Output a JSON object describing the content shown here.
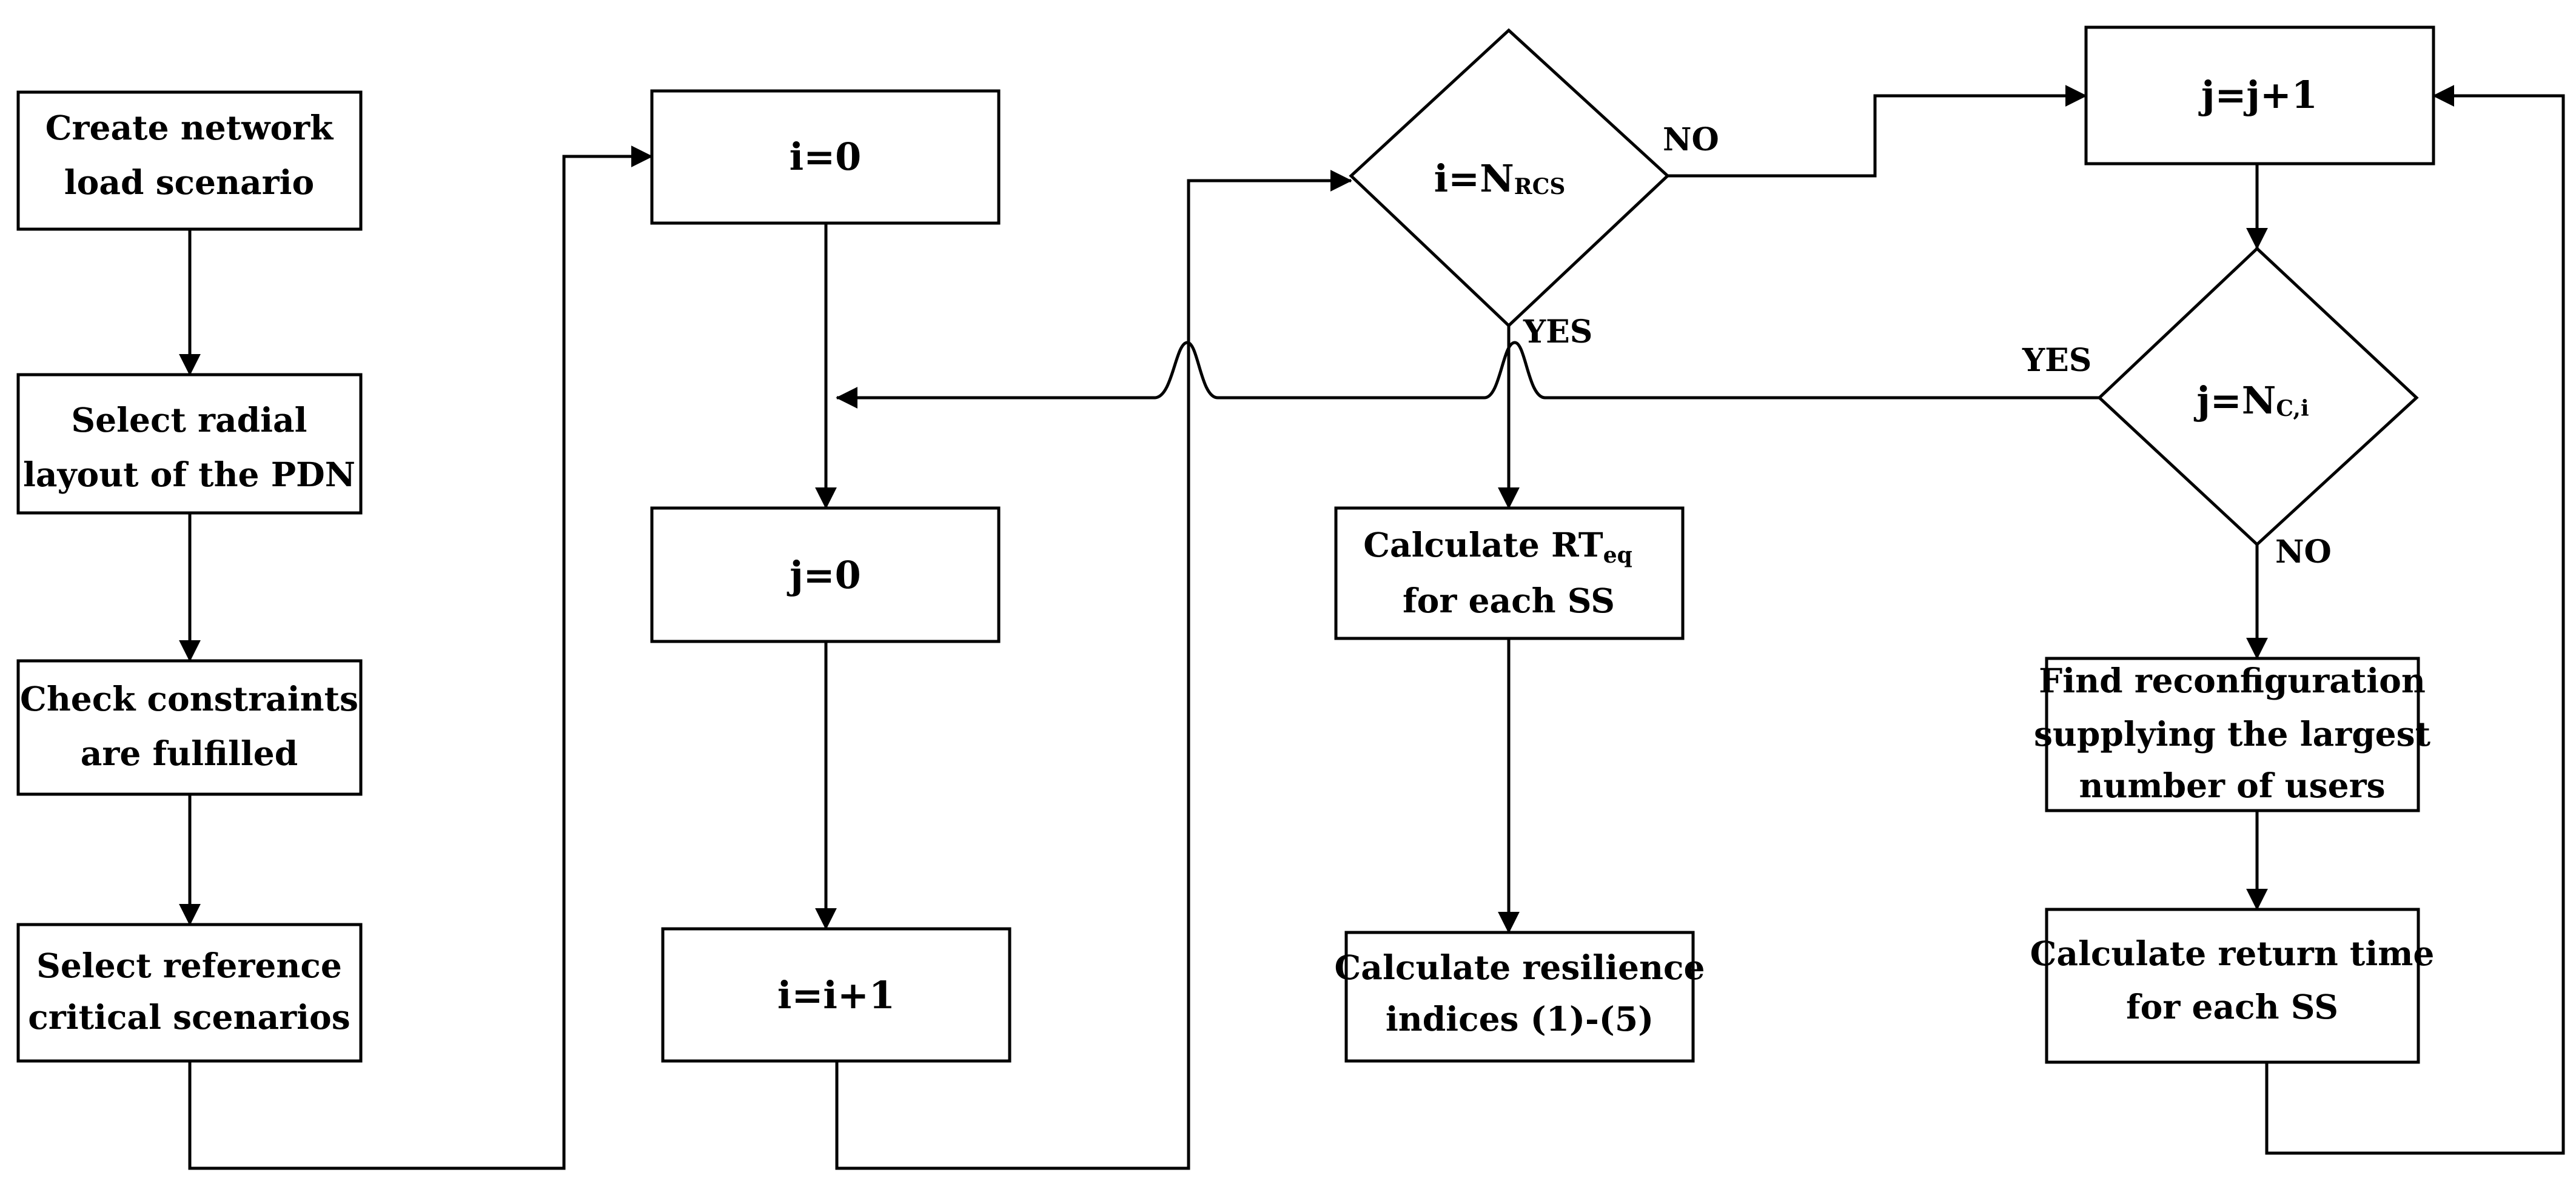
{
  "nodes": {
    "create": {
      "lines": [
        "Create network",
        "load scenario"
      ]
    },
    "radial": {
      "lines": [
        "Select radial",
        "layout of the PDN"
      ]
    },
    "constraints": {
      "lines": [
        "Check constraints",
        "are fulfilled"
      ]
    },
    "reference": {
      "lines": [
        "Select reference",
        "critical scenarios"
      ]
    },
    "i0": {
      "text": "i=0"
    },
    "j0": {
      "text": "j=0"
    },
    "iinc": {
      "text": "i=i+1"
    },
    "dec_i": {
      "main": "i=N",
      "sub": "RCS"
    },
    "calc_rt": {
      "line1_main": "Calculate RT",
      "line1_sub": "eq",
      "line2": "for each SS"
    },
    "calc_res": {
      "lines": [
        "Calculate resilience",
        "indices (1)-(5)"
      ]
    },
    "jinc": {
      "text": "j=j+1"
    },
    "dec_j": {
      "main": "j=N",
      "sub": "C,i"
    },
    "find": {
      "lines": [
        "Find reconfiguration",
        "supplying the largest",
        "number of users"
      ]
    },
    "ret": {
      "lines": [
        "Calculate return time",
        "for each SS"
      ]
    }
  },
  "labels": {
    "dec_i_no": "NO",
    "dec_i_yes": "YES",
    "dec_j_yes": "YES",
    "dec_j_no": "NO"
  }
}
